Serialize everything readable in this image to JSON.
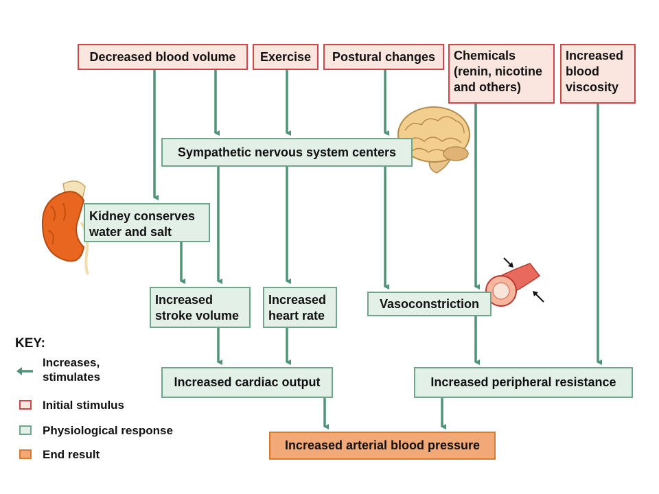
{
  "diagram": {
    "stimuli": {
      "decreased_blood_volume": "Decreased blood volume",
      "exercise": "Exercise",
      "postural_changes": "Postural changes",
      "chemicals": "Chemicals\n(renin, nicotine\nand others)",
      "increased_blood_viscosity": "Increased\nblood\nviscosity"
    },
    "responses": {
      "sympathetic_centers": "Sympathetic nervous system centers",
      "kidney": "Kidney conserves\nwater and salt",
      "stroke_volume": "Increased\nstroke volume",
      "heart_rate": "Increased\nheart rate",
      "vasoconstriction": "Vasoconstriction",
      "cardiac_output": "Increased cardiac output",
      "peripheral_resistance": "Increased peripheral resistance"
    },
    "end_result": "Increased arterial blood pressure",
    "key": {
      "title": "KEY:",
      "increases": "Increases,\nstimulates",
      "initial": "Initial stimulus",
      "physiological": "Physiological response",
      "end": "End result"
    },
    "colors": {
      "arrow": "#4f9478",
      "stimulus_fill": "#fbe6df",
      "stimulus_border": "#d0444a",
      "response_fill": "#e3f0e8",
      "response_border": "#6fa58a",
      "end_fill": "#f3a877",
      "end_border": "#d9782f"
    },
    "icons": [
      "kidney-illustration",
      "brain-illustration",
      "artery-illustration"
    ]
  }
}
